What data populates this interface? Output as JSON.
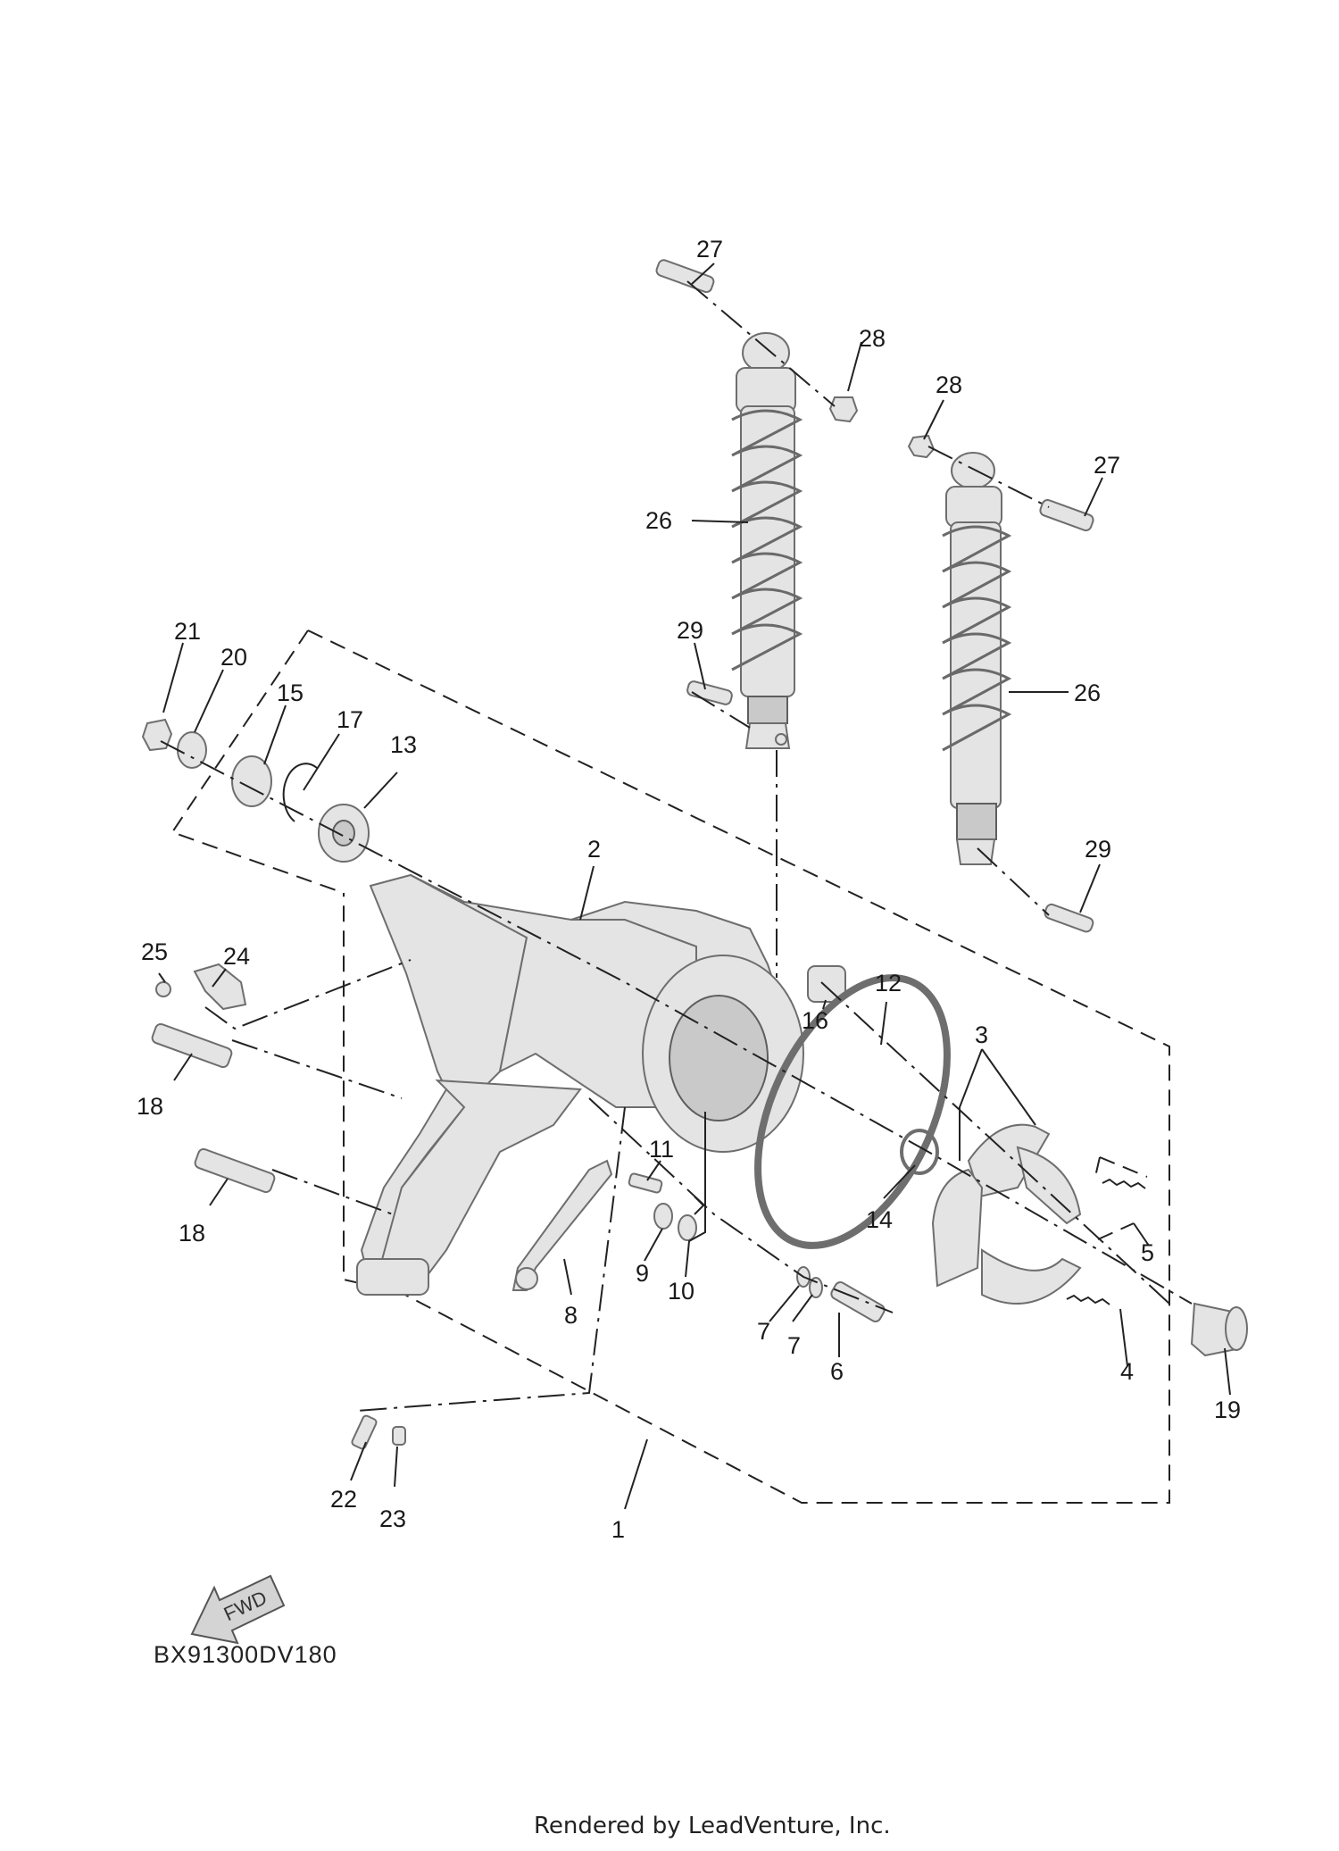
{
  "diagram_code": "BX91300DV180",
  "footer": "Rendered by LeadVenture, Inc.",
  "fwd_label": "FWD",
  "callouts": [
    {
      "id": "c27a",
      "label": "27"
    },
    {
      "id": "c28a",
      "label": "28"
    },
    {
      "id": "c28b",
      "label": "28"
    },
    {
      "id": "c27b",
      "label": "27"
    },
    {
      "id": "c26a",
      "label": "26"
    },
    {
      "id": "c26b",
      "label": "26"
    },
    {
      "id": "c29a",
      "label": "29"
    },
    {
      "id": "c29b",
      "label": "29"
    },
    {
      "id": "c21",
      "label": "21"
    },
    {
      "id": "c20",
      "label": "20"
    },
    {
      "id": "c15",
      "label": "15"
    },
    {
      "id": "c17",
      "label": "17"
    },
    {
      "id": "c13",
      "label": "13"
    },
    {
      "id": "c2",
      "label": "2"
    },
    {
      "id": "c25",
      "label": "25"
    },
    {
      "id": "c24",
      "label": "24"
    },
    {
      "id": "c12",
      "label": "12"
    },
    {
      "id": "c16",
      "label": "16"
    },
    {
      "id": "c3",
      "label": "3"
    },
    {
      "id": "c18a",
      "label": "18"
    },
    {
      "id": "c18b",
      "label": "18"
    },
    {
      "id": "c11",
      "label": "11"
    },
    {
      "id": "c14",
      "label": "14"
    },
    {
      "id": "c5",
      "label": "5"
    },
    {
      "id": "c9",
      "label": "9"
    },
    {
      "id": "c10",
      "label": "10"
    },
    {
      "id": "c8",
      "label": "8"
    },
    {
      "id": "c7a",
      "label": "7"
    },
    {
      "id": "c7b",
      "label": "7"
    },
    {
      "id": "c6",
      "label": "6"
    },
    {
      "id": "c4",
      "label": "4"
    },
    {
      "id": "c19",
      "label": "19"
    },
    {
      "id": "c22",
      "label": "22"
    },
    {
      "id": "c23",
      "label": "23"
    },
    {
      "id": "c1",
      "label": "1"
    }
  ]
}
